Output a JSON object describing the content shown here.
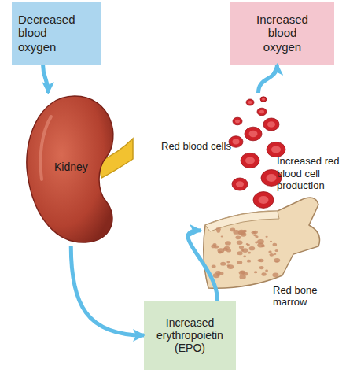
{
  "diagram": {
    "nodes": [
      {
        "text": [
          "Decreased blood oxygen"
        ]
      },
      {
        "text": [
          "Increased blood oxygen"
        ]
      },
      {
        "text": [
          "Kidney"
        ]
      },
      {
        "text": [
          "Red bone marrow"
        ]
      },
      {
        "text": [
          "Increased erythropoietin (EPO)"
        ]
      }
    ],
    "edges": [
      {
        "from": 0,
        "to": 2,
        "arrow": "to"
      },
      {
        "from": 2,
        "to": 4,
        "arrow": "to"
      },
      {
        "from": 4,
        "to": 3,
        "arrow": "to"
      },
      {
        "from": 3,
        "to": 1,
        "arrow": "to"
      }
    ],
    "labels": [
      "Red blood cells",
      "Increased red blood cell production"
    ]
  }
}
